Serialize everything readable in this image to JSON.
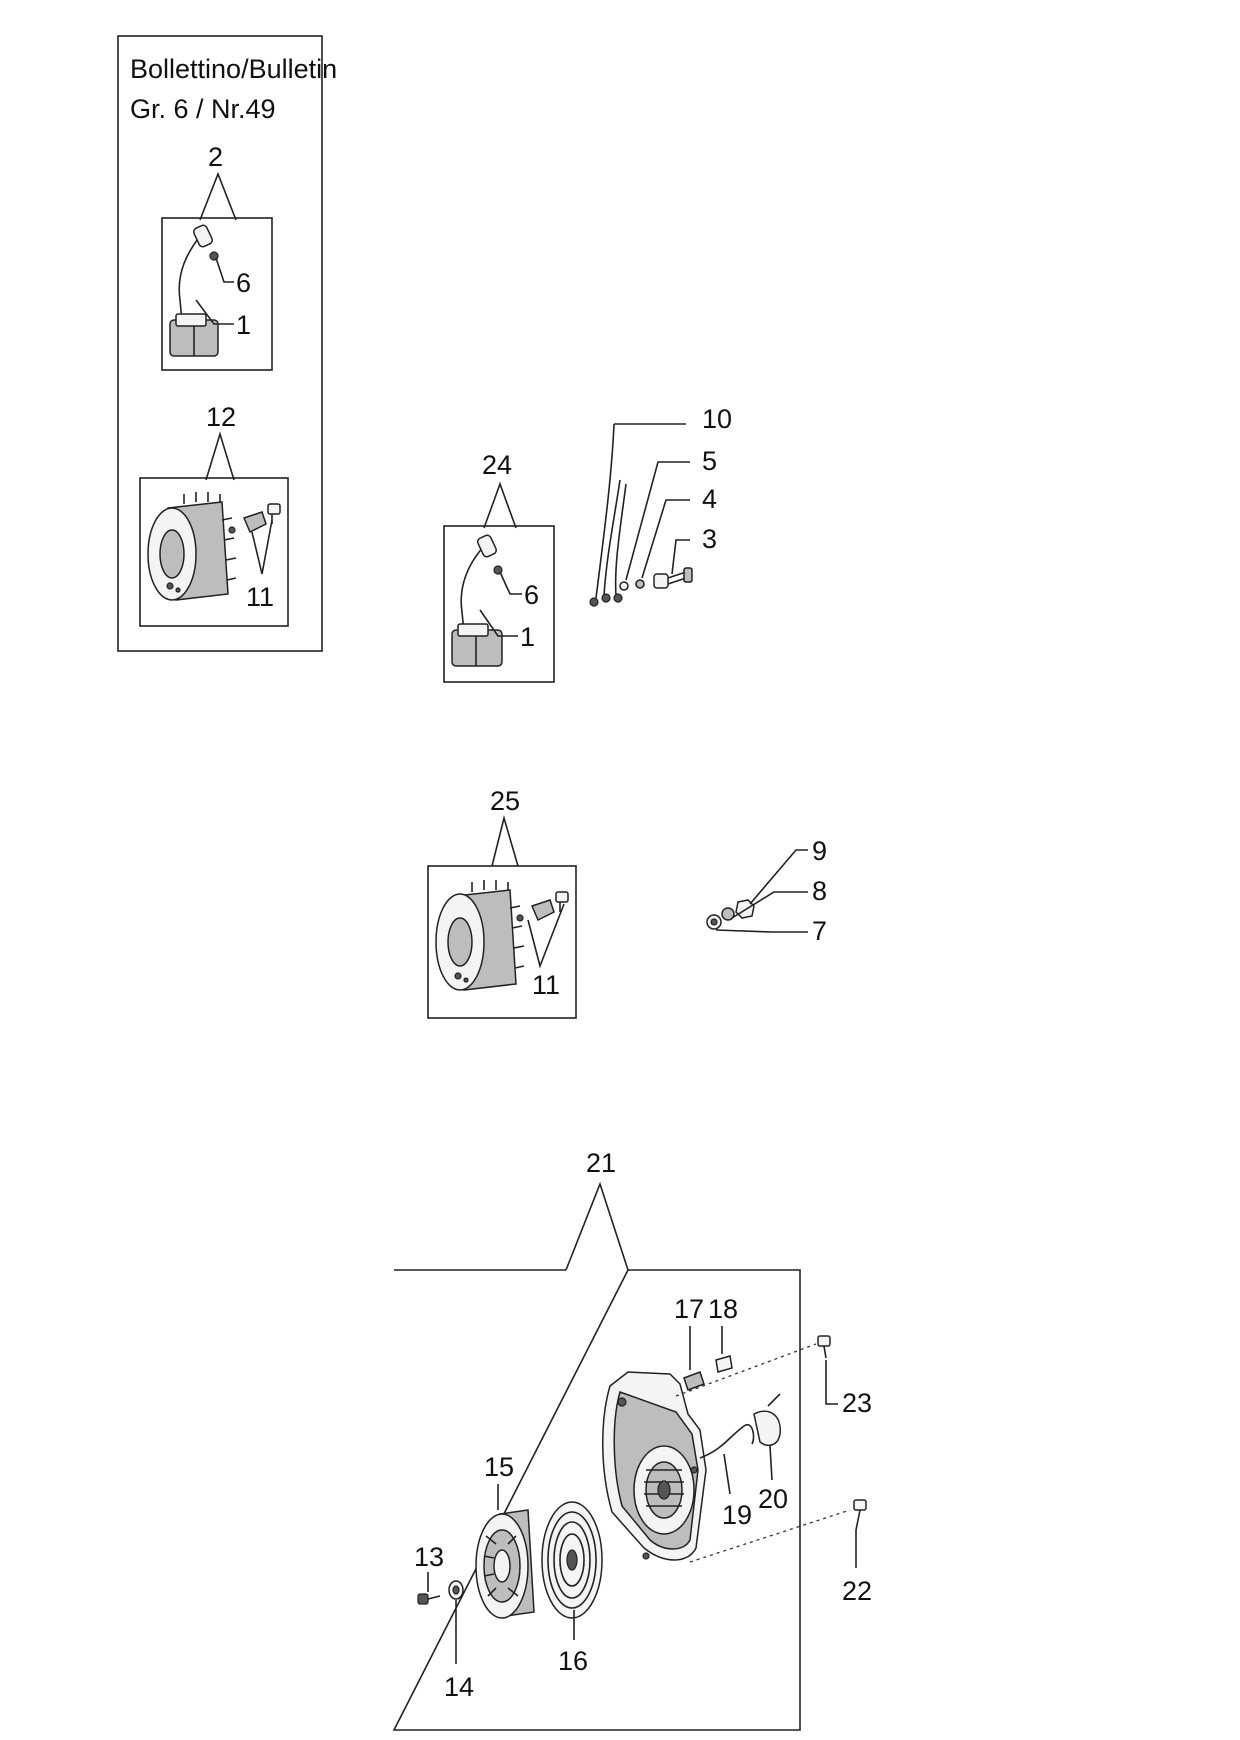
{
  "bulletin": {
    "line1": "Bollettino/Bulletin",
    "line2": "Gr. 6  / Nr.49"
  },
  "labels": {
    "p1": "1",
    "p2": "2",
    "p3": "3",
    "p4": "4",
    "p5": "5",
    "p6": "6",
    "p7": "7",
    "p8": "8",
    "p9": "9",
    "p10": "10",
    "p11": "11",
    "p12": "12",
    "p13": "13",
    "p14": "14",
    "p15": "15",
    "p16": "16",
    "p17": "17",
    "p18": "18",
    "p19": "19",
    "p20": "20",
    "p21": "21",
    "p22": "22",
    "p23": "23",
    "p24": "24",
    "p25": "25"
  }
}
